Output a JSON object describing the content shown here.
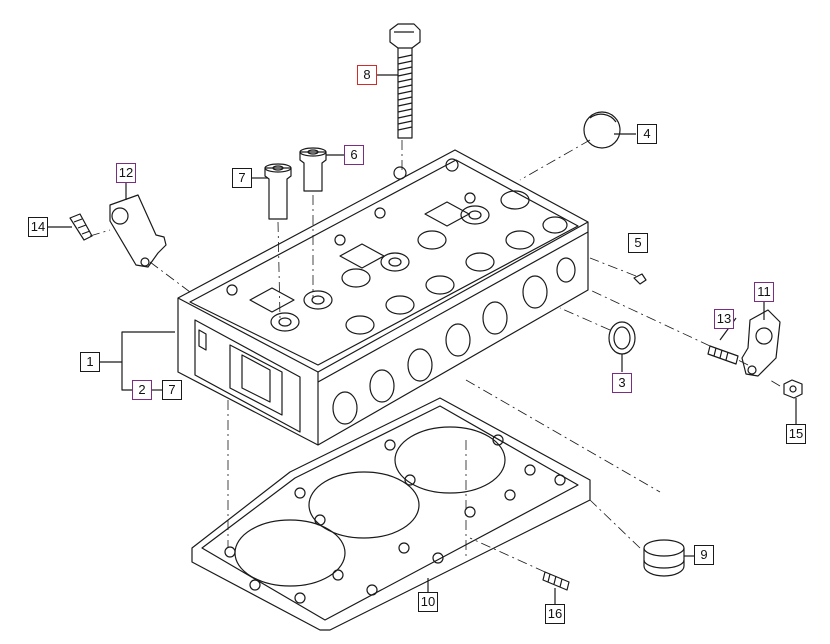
{
  "diagram": {
    "callouts": {
      "c1": "1",
      "c2": "2",
      "c2_ref": "7",
      "c3": "3",
      "c4": "4",
      "c5": "5",
      "c6": "6",
      "c7": "7",
      "c8": "8",
      "c9": "9",
      "c10": "10",
      "c11": "11",
      "c12": "12",
      "c13": "13",
      "c14": "14",
      "c15": "15",
      "c16": "16"
    },
    "colors": {
      "line": "#1a1a1a",
      "highlight_purple": "#7b2c83",
      "highlight_red": "#d42a2a"
    }
  }
}
